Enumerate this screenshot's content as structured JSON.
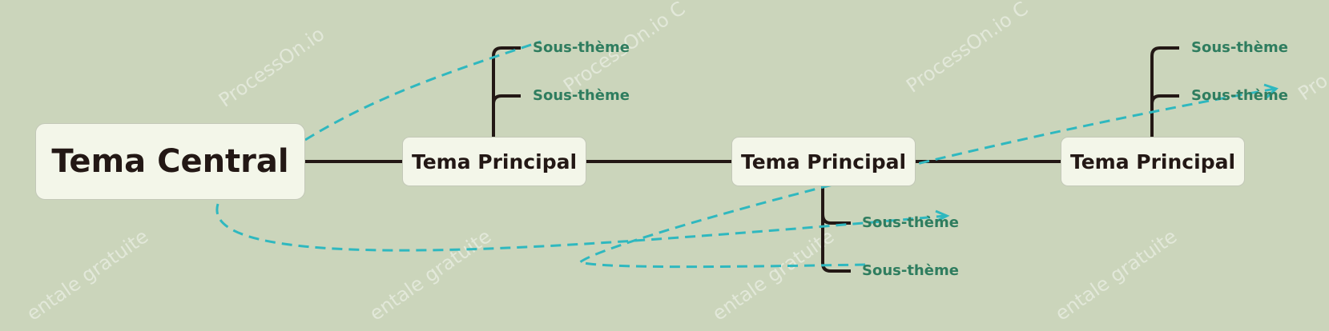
{
  "colors": {
    "background": "#cbd5bb",
    "node_fill": "#f3f6e9",
    "connector": "#231815",
    "subtopic_text": "#2f7d5f",
    "relation_dash": "#2fb8bf"
  },
  "central": {
    "label": "Tema Central"
  },
  "main_topics": [
    {
      "label": "Tema Principal",
      "subtopics": [
        {
          "label": "Sous-thème"
        },
        {
          "label": "Sous-thème"
        }
      ]
    },
    {
      "label": "Tema Principal",
      "subtopics": [
        {
          "label": "Sous-thème"
        },
        {
          "label": "Sous-thème"
        }
      ]
    },
    {
      "label": "Tema Principal",
      "subtopics": [
        {
          "label": "Sous-thème"
        },
        {
          "label": "Sous-thème"
        }
      ]
    }
  ],
  "watermarks": [
    {
      "text": "ProcessOn.io"
    },
    {
      "text": "ProcessOn.io C"
    },
    {
      "text": "ProcessOn.io C"
    },
    {
      "text": "Pro"
    },
    {
      "text": "entale gratuite"
    },
    {
      "text": "entale gratuite"
    },
    {
      "text": "entale gratuite"
    },
    {
      "text": "entale gratuite"
    }
  ]
}
